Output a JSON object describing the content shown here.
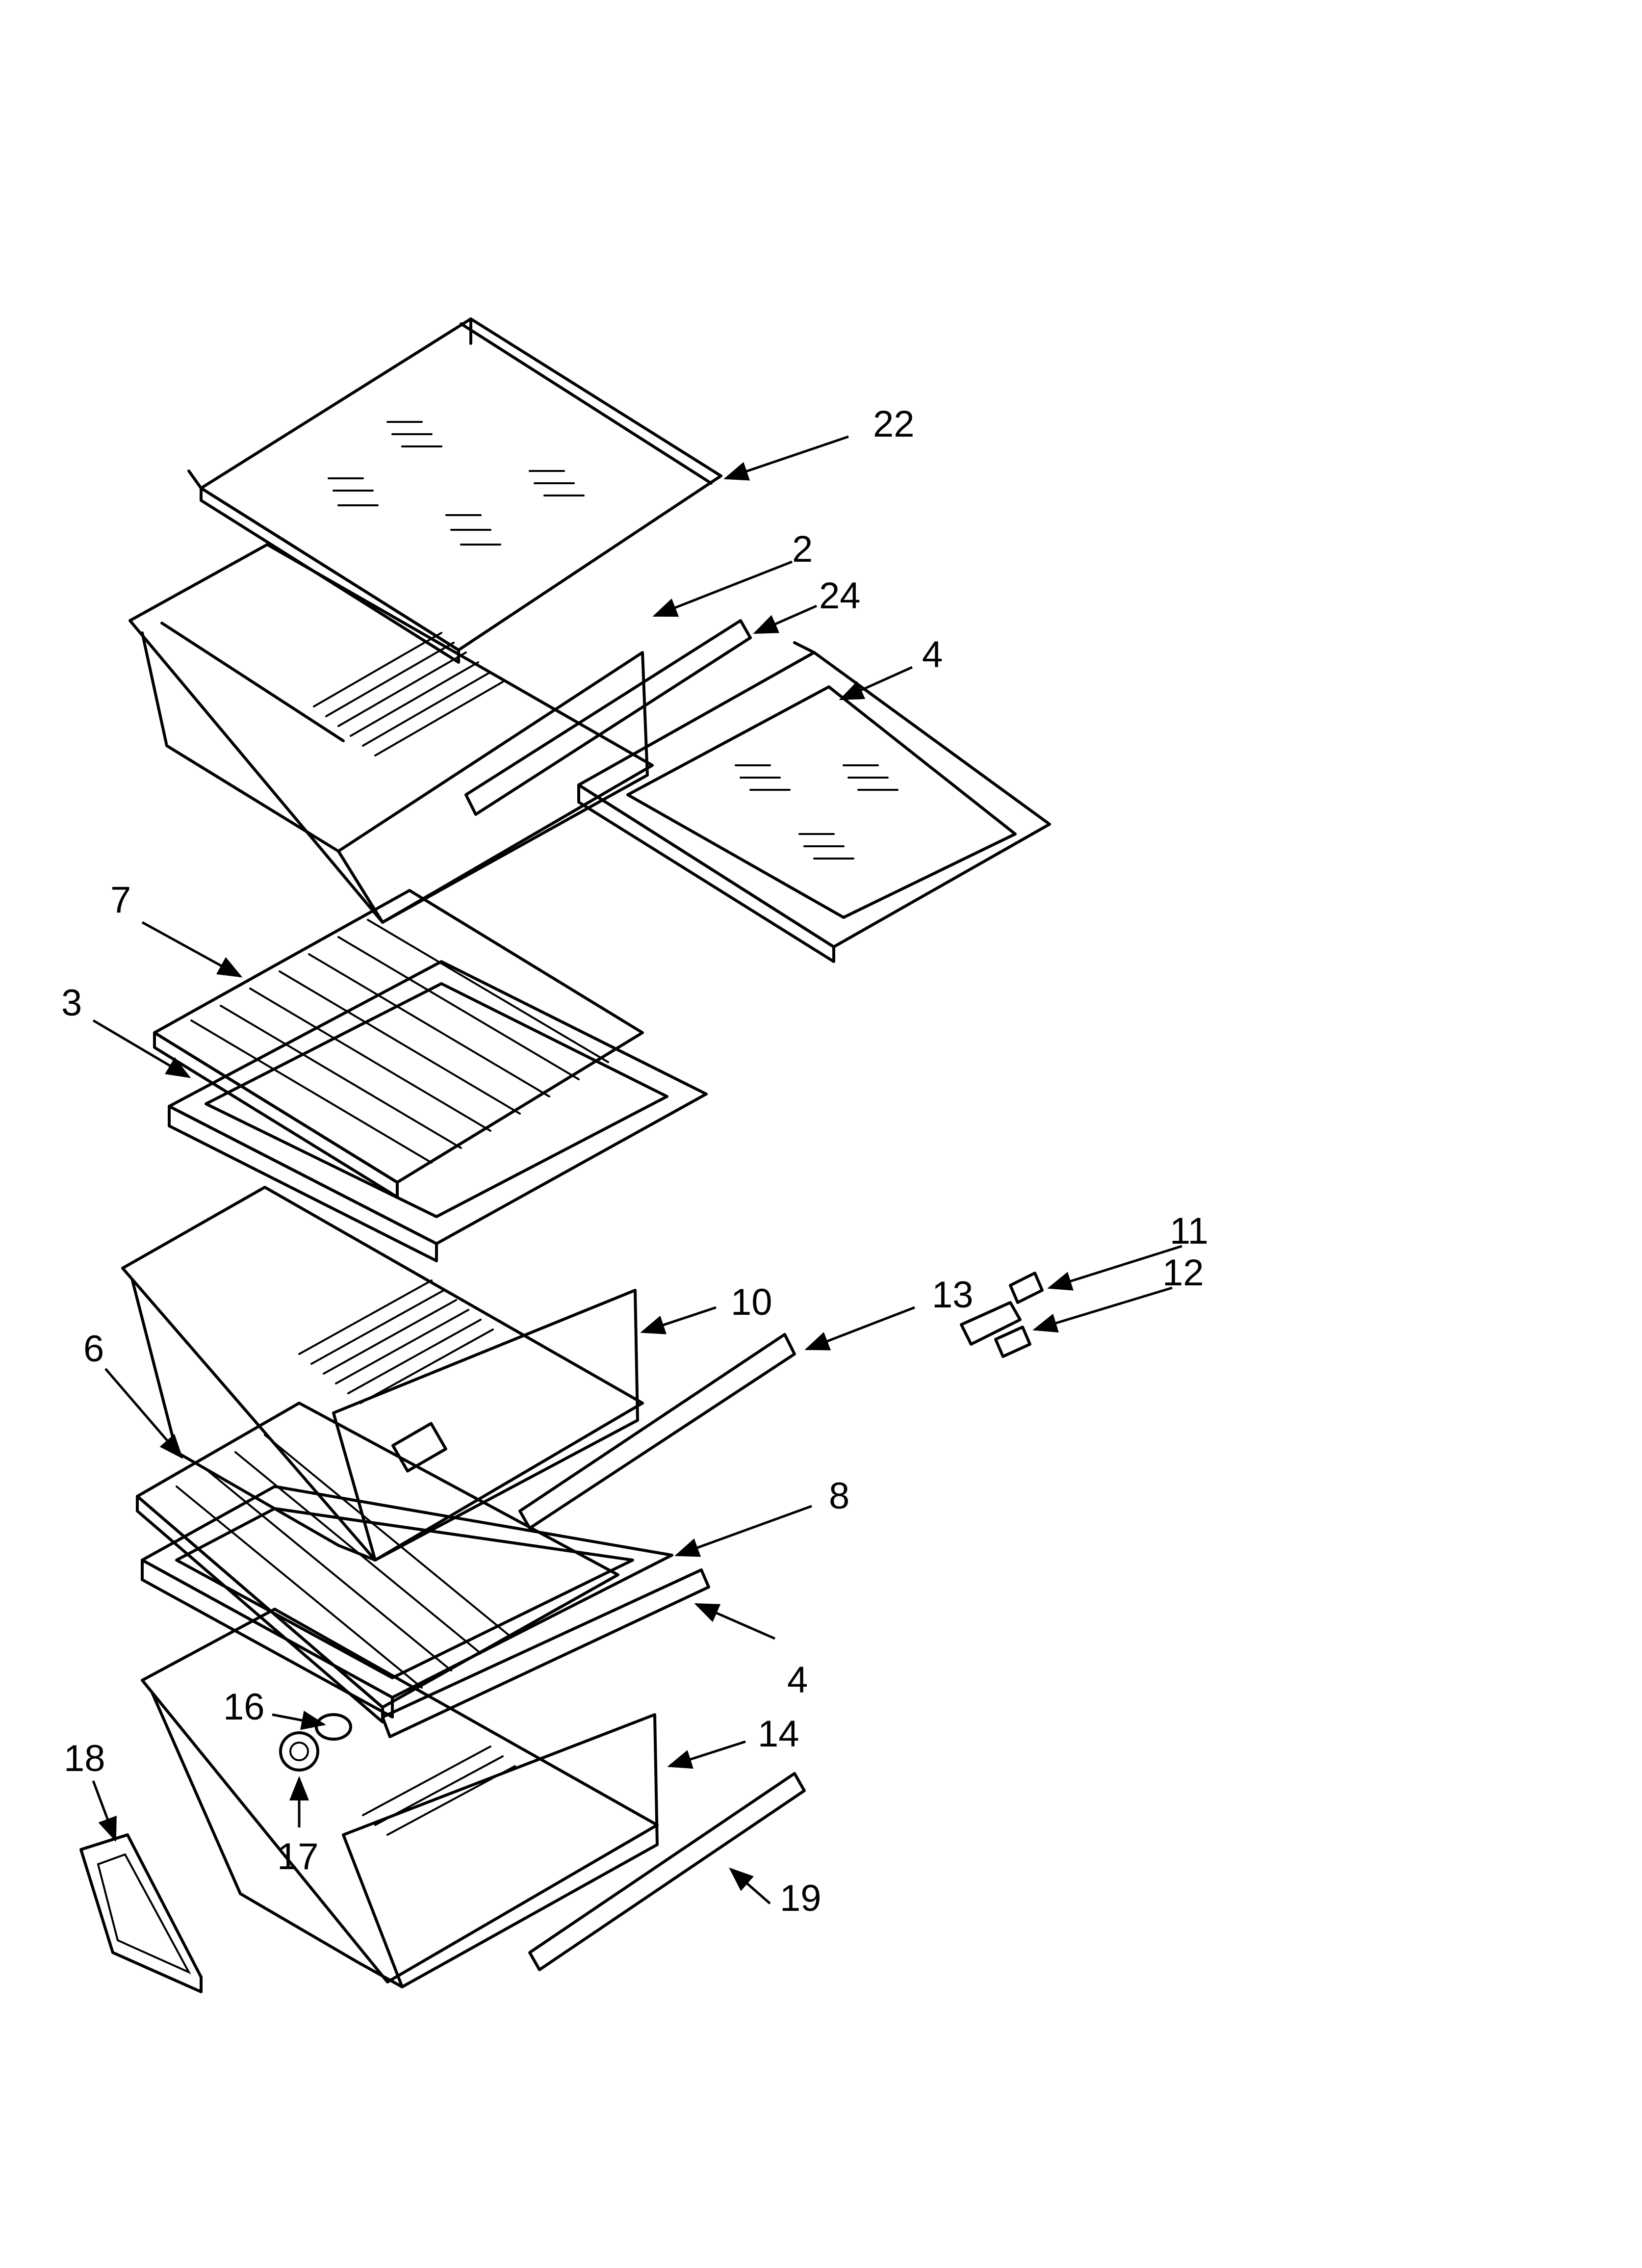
{
  "callouts": {
    "c22": "22",
    "c2": "2",
    "c24": "24",
    "c4a": "4",
    "c7": "7",
    "c3": "3",
    "c10": "10",
    "c13": "13",
    "c11": "11",
    "c12": "12",
    "c6": "6",
    "c8": "8",
    "c4b": "4",
    "c16": "16",
    "c14": "14",
    "c18": "18",
    "c17": "17",
    "c19": "19"
  }
}
